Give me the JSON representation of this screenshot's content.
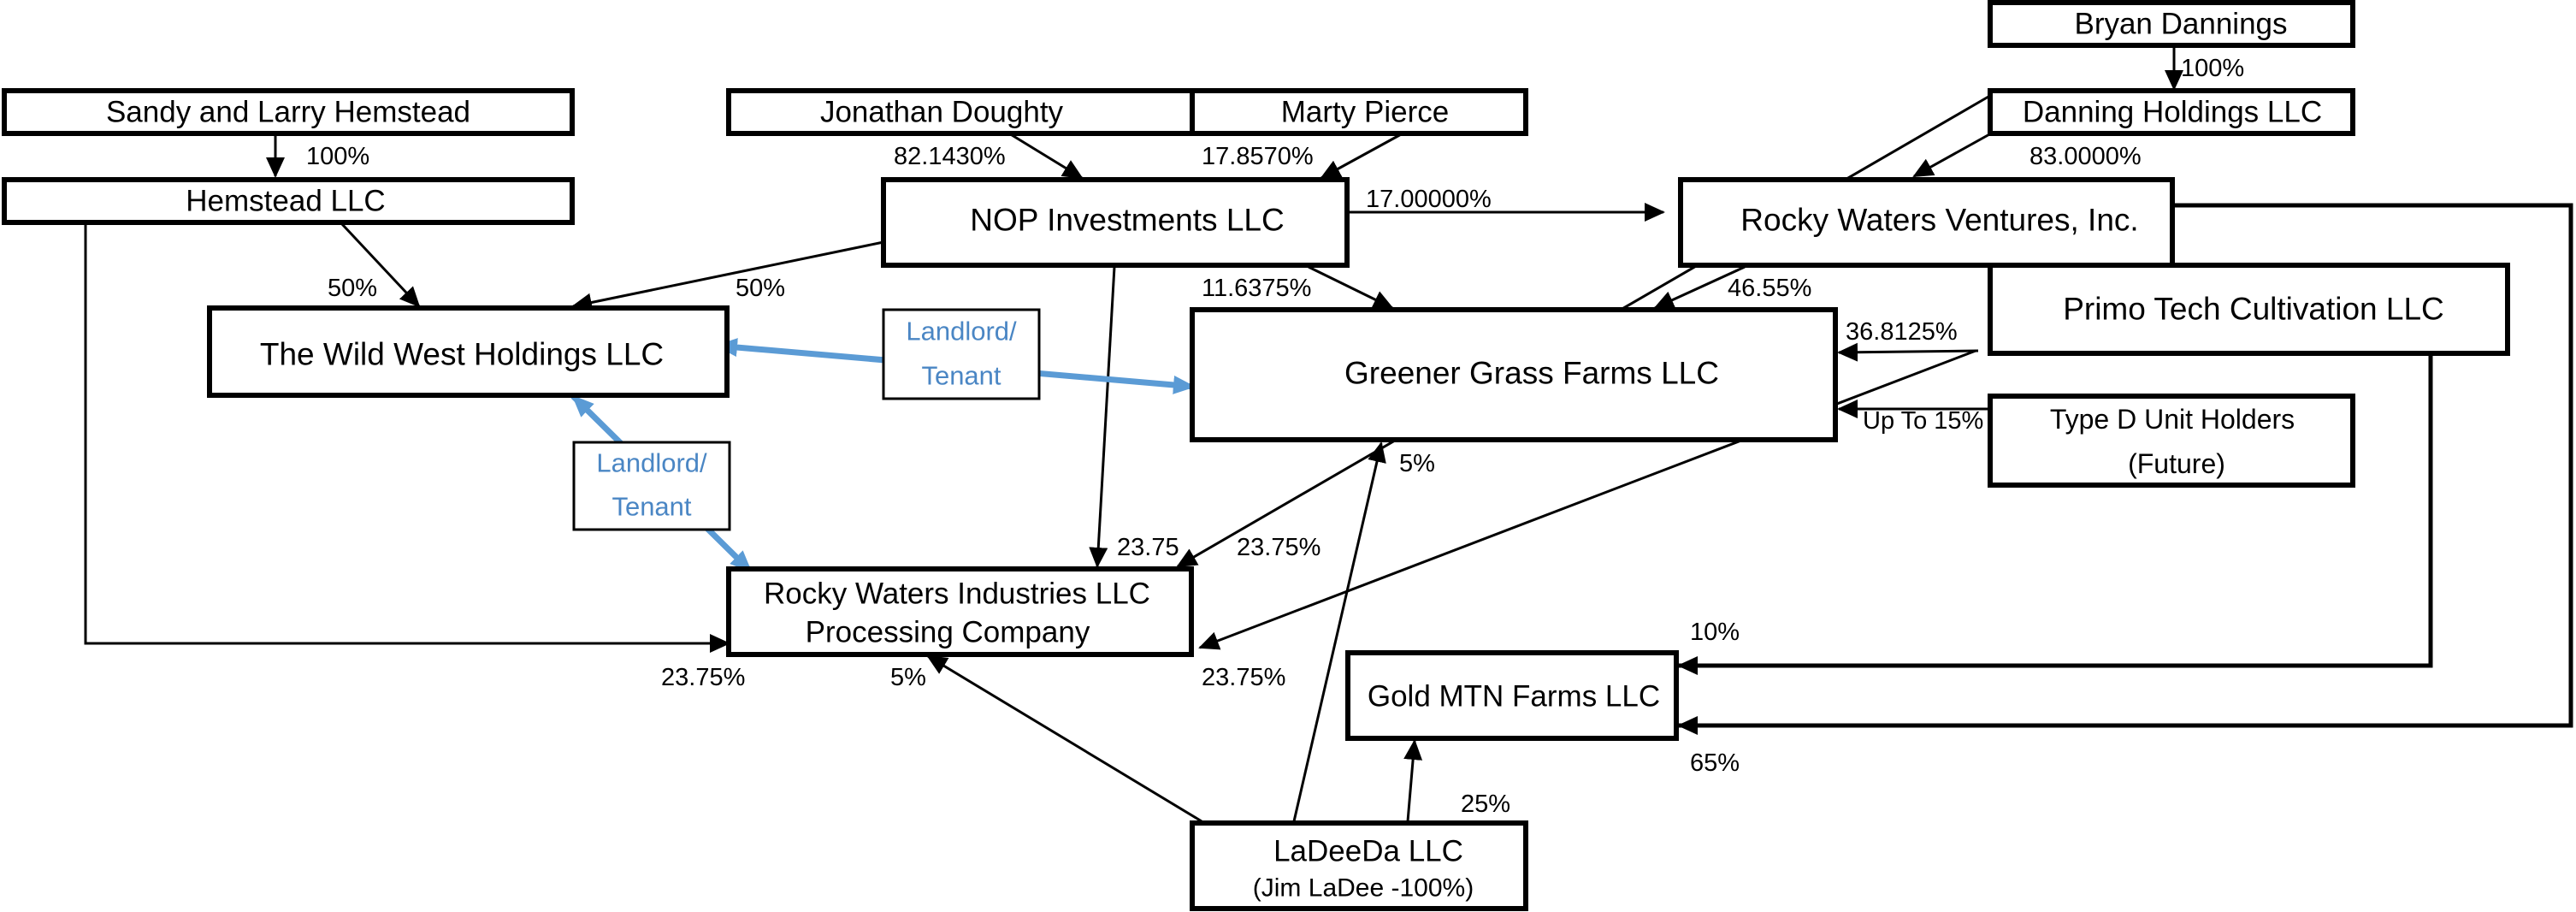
{
  "entities": {
    "sandy_larry": "Sandy and Larry Hemstead",
    "hemstead_llc": "Hemstead LLC",
    "jonathan": "Jonathan Doughty",
    "marty": "Marty Pierce",
    "nop": "NOP Investments LLC",
    "bryan": "Bryan Dannings",
    "danning": "Danning Holdings LLC",
    "rwv": "Rocky Waters Ventures, Inc.",
    "primo": "Primo Tech Cultivation LLC",
    "wild_west": "The Wild West Holdings LLC",
    "greener": "Greener Grass Farms LLC",
    "type_d_line1": "Type D Unit Holders",
    "type_d_line2": "(Future)",
    "rwi_line1": "Rocky Waters Industries LLC",
    "rwi_line2": "Processing Company",
    "gold": "Gold MTN Farms LLC",
    "ladeeda_line1": "LaDeeDa LLC",
    "ladeeda_line2": "(Jim LaDee -100%)"
  },
  "relations": {
    "landlord_line1": "Landlord/",
    "landlord_line2": "Tenant"
  },
  "ownership_labels": {
    "sandy_to_hemstead": "100%",
    "hemstead_to_wildwest": "50%",
    "nop_to_wildwest": "50%",
    "jonathan_to_nop": "82.1430%",
    "marty_to_nop": "17.8570%",
    "nop_to_rwv": "17.00000%",
    "nop_to_greener": "11.6375%",
    "bryan_to_danning": "100%",
    "danning_to_rwv": "83.0000%",
    "rwv_to_greener": "46.55%",
    "primo_to_greener": "36.8125%",
    "typed_to_greener": "Up To 15%",
    "ladeeda_to_greener": "5%",
    "danning_to_rwi": "23.75",
    "nop_to_rwi": "23.75%",
    "hemstead_to_rwi": "23.75%",
    "ladeeda_to_rwi": "5%",
    "primo_to_rwi": "23.75%",
    "primo_to_gold": "10%",
    "rwv_to_gold": "65%",
    "ladeeda_to_gold": "25%"
  }
}
